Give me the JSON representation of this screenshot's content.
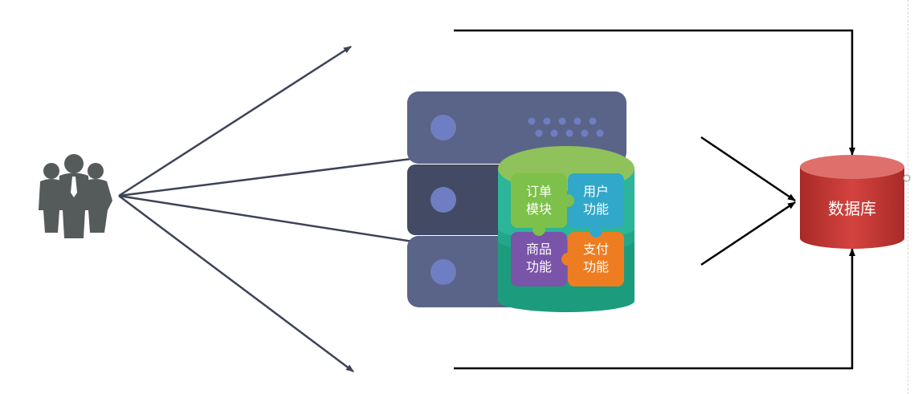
{
  "diagram": {
    "modules": {
      "order": "订单\n模块",
      "user": "用户\n功能",
      "product": "商品\n功能",
      "payment": "支付\n功能"
    },
    "database": {
      "label": "数据库"
    },
    "icons": [
      "users-group-icon",
      "server-rack-icon",
      "puzzle-modules-icon",
      "database-cylinder-icon"
    ],
    "colors": {
      "users": "#555b5b",
      "server_top": "#5a6488",
      "server_mid": "#434a63",
      "server_dot": "#6f7ec2",
      "cylinder_top": "#8fc25a",
      "cylinder_band_1": "#22a78a",
      "cylinder_band_2": "#1c9c7c",
      "piece_order": "#7dc04a",
      "piece_user": "#31a8c9",
      "piece_product": "#7a54a8",
      "piece_payment": "#ee7d22",
      "database": "#c83b38",
      "arrows_left": "#3d4358",
      "arrows_right": "#000000"
    }
  }
}
